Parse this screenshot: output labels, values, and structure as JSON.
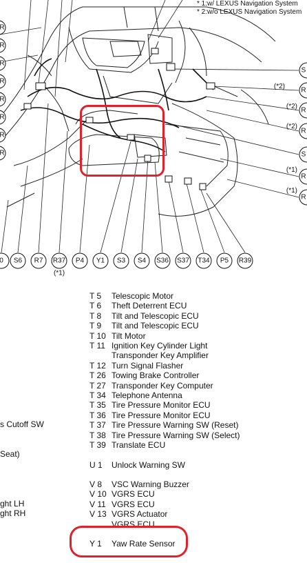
{
  "notes": [
    "* 1:w/ LEXUS Navigation System",
    "* 2:w/o LEXUS Navigation System"
  ],
  "bottom_connectors": [
    {
      "label": "0"
    },
    {
      "label": "S6"
    },
    {
      "label": "R7"
    },
    {
      "label": "R37",
      "sub": "(*1)"
    },
    {
      "label": "P4"
    },
    {
      "label": "Y1"
    },
    {
      "label": "S3"
    },
    {
      "label": "S4"
    },
    {
      "label": "S36"
    },
    {
      "label": "S37"
    },
    {
      "label": "T34"
    },
    {
      "label": "P5"
    },
    {
      "label": "R39"
    }
  ],
  "left_connectors": [
    "R",
    "R",
    "R",
    "R",
    "R",
    "R",
    "R",
    "R"
  ],
  "right_connectors": [
    {
      "label": "S",
      "note": ""
    },
    {
      "label": "R",
      "note": "(*2)"
    },
    {
      "label": "R",
      "note": "(*2)"
    },
    {
      "label": "R",
      "note": "(*2)"
    },
    {
      "label": "S",
      "note": ""
    },
    {
      "label": "R",
      "note": "(*1)"
    },
    {
      "label": "R",
      "note": "(*1)"
    }
  ],
  "component_list": [
    {
      "code": "T  5",
      "name": "Telescopic Motor"
    },
    {
      "code": "T  6",
      "name": "Theft Deterrent ECU"
    },
    {
      "code": "T  8",
      "name": "Tilt and Telescopic ECU"
    },
    {
      "code": "T  9",
      "name": "Tilt and Telescopic ECU"
    },
    {
      "code": "T 10",
      "name": "Tilt Motor"
    },
    {
      "code": "T 11",
      "name": "Ignition Key Cylinder Light"
    },
    {
      "code": "",
      "name": "Transponder Key Amplifier"
    },
    {
      "code": "T 12",
      "name": "Turn Signal Flasher"
    },
    {
      "code": "T 26",
      "name": "Towing Brake Controller"
    },
    {
      "code": "T 27",
      "name": "Transponder Key Computer"
    },
    {
      "code": "T 34",
      "name": "Telephone Antenna"
    },
    {
      "code": "T 35",
      "name": "Tire Pressure Monitor ECU"
    },
    {
      "code": "T 36",
      "name": "Tire Pressure Monitor ECU"
    },
    {
      "code": "T 37",
      "name": "Tire Pressure Warning SW (Reset)"
    },
    {
      "code": "T 38",
      "name": "Tire Pressure Warning SW (Select)"
    },
    {
      "code": "T 39",
      "name": "Translate ECU"
    },
    {
      "code": "U  1",
      "name": "Unlock Warning SW"
    },
    {
      "code": "V  8",
      "name": "VSC Warning Buzzer"
    },
    {
      "code": "V 10",
      "name": "VGRS ECU"
    },
    {
      "code": "V 11",
      "name": "VGRS ECU"
    },
    {
      "code": "V 13",
      "name": "VGRS Actuator"
    },
    {
      "code": "",
      "name": "VGRS ECU"
    },
    {
      "code": "Y  1",
      "name": "Yaw Rate Sensor"
    }
  ],
  "left_fragments": [
    "s Cutoff SW",
    "Seat)",
    "ght LH",
    "ght RH"
  ],
  "highlight_color": "#e0202a"
}
